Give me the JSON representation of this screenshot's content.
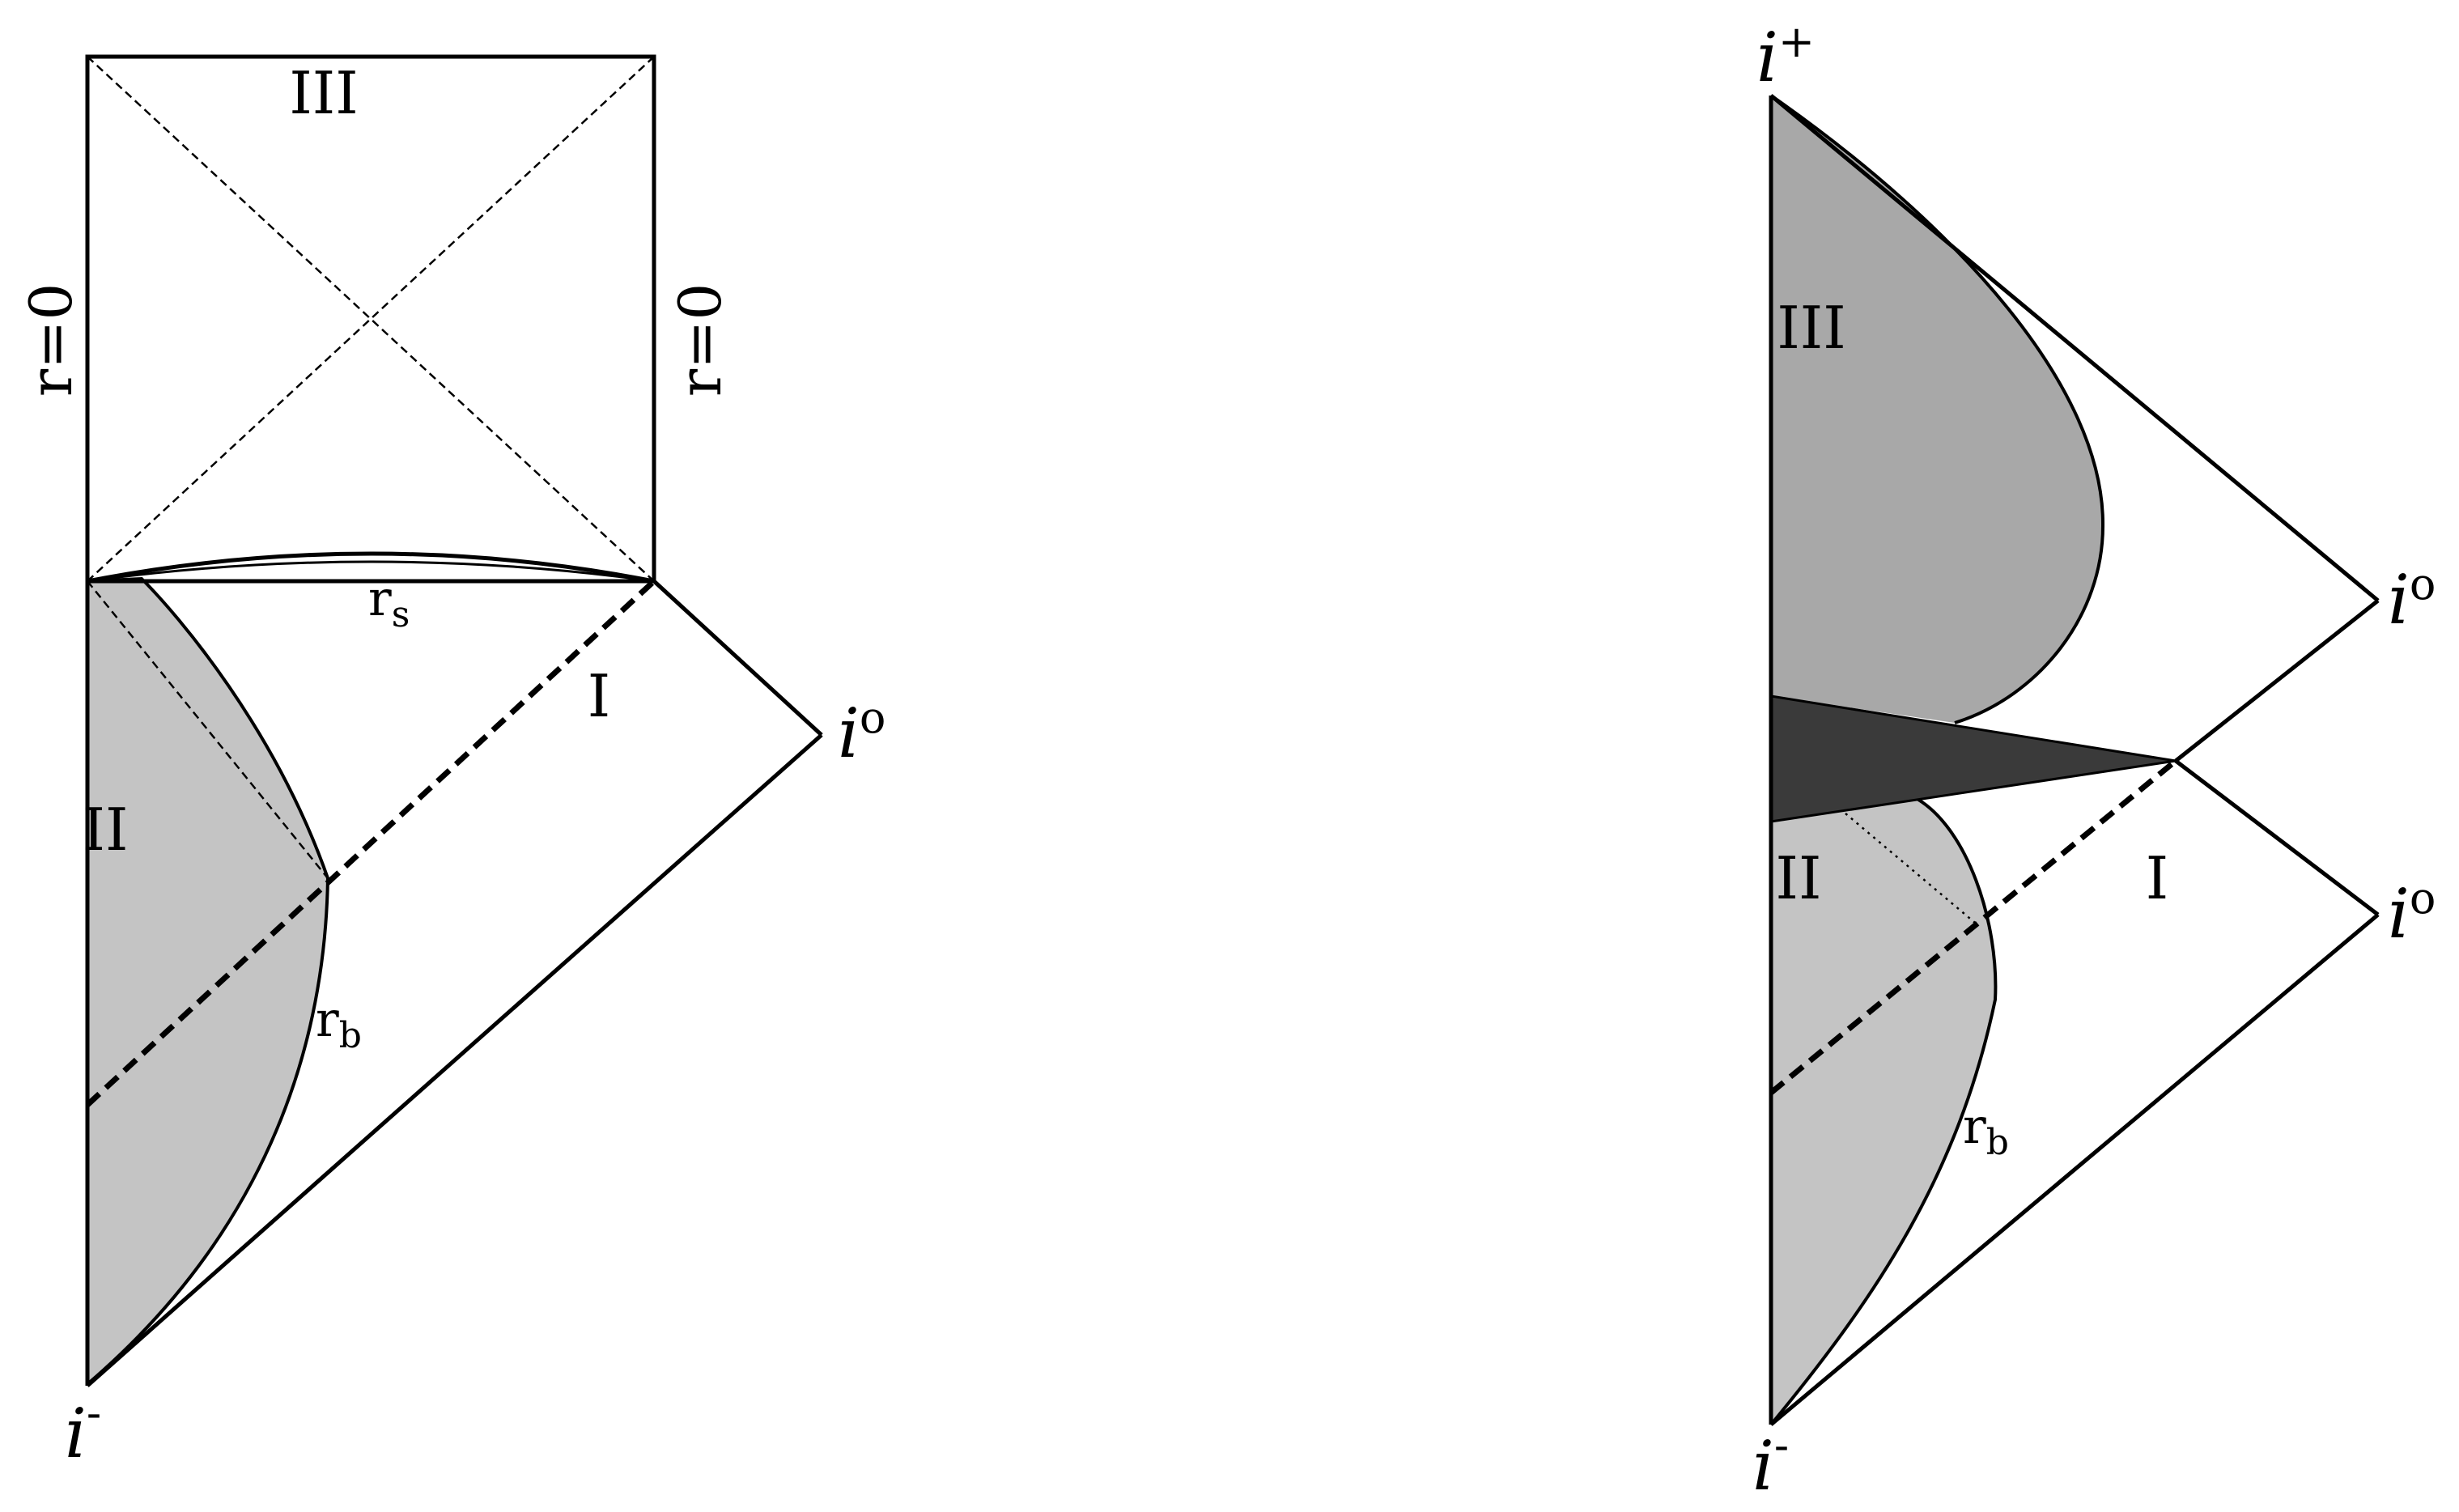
{
  "colors": {
    "light_shade": "#c4c4c4",
    "mid_shade": "#a8a8a8",
    "dark_shade": "#3a3a3a",
    "line": "#000000"
  },
  "left_diagram": {
    "region_III": "III",
    "region_II": "II",
    "region_I": "I",
    "r0_left": "r=0",
    "r0_right": "r=0",
    "rs_base": "r",
    "rs_sub": "s",
    "rb_base": "r",
    "rb_sub": "b",
    "i_minus_base": "i",
    "i_minus_sup": "-",
    "i_zero_base": "i",
    "i_zero_sup": "o"
  },
  "right_diagram": {
    "region_III": "III",
    "region_II": "II",
    "region_I": "I",
    "rb_base": "r",
    "rb_sub": "b",
    "i_plus_base": "i",
    "i_plus_sup": "+",
    "i_minus_base": "i",
    "i_minus_sup": "-",
    "i_zero_upper_base": "i",
    "i_zero_upper_sup": "o",
    "i_zero_lower_base": "i",
    "i_zero_lower_sup": "o"
  }
}
